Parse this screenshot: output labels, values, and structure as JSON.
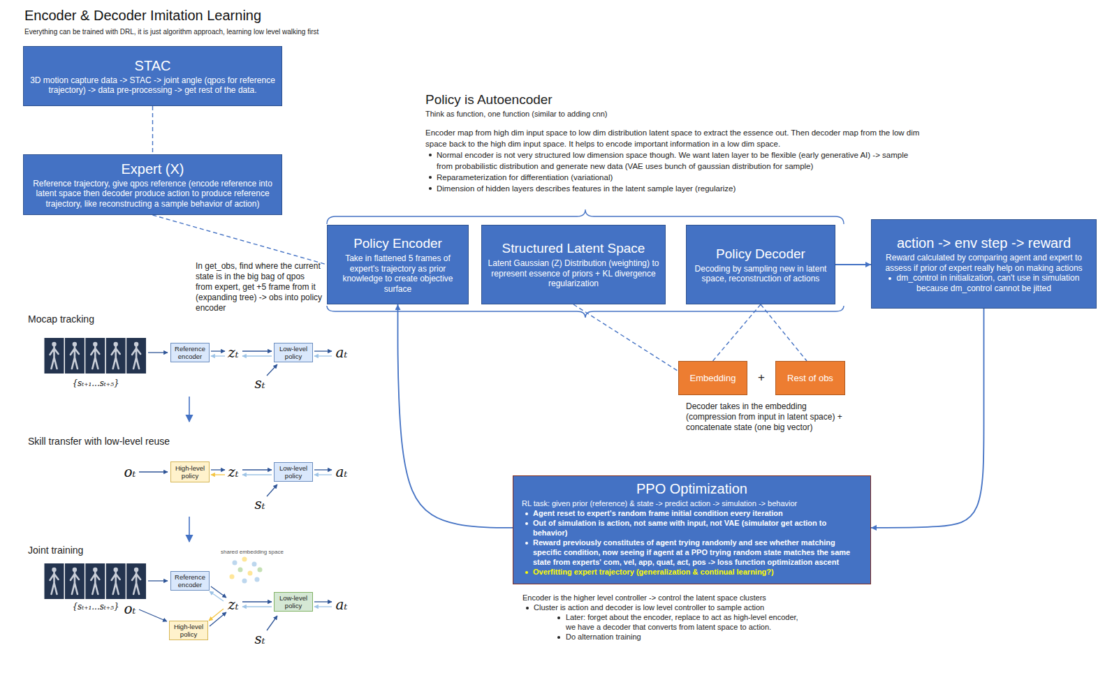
{
  "diagram": {
    "title": "Encoder & Decoder Imitation Learning",
    "nodes": [
      {
        "text": [
          "STAC",
          "3D motion capture data -> STAC -> joint angle (qpos for reference trajectory) -> data pre-processing -> get rest of the data."
        ]
      },
      {
        "text": [
          "Expert (X)",
          "Reference trajectory, give qpos reference (encode reference into latent space then decoder produce action to produce reference trajectory, like reconstructing a sample behavior of action)"
        ]
      },
      {
        "text": [
          "Policy Encoder",
          "Take in flattened 5 frames of expert's trajectory as prior knowledge to create objective surface"
        ]
      },
      {
        "text": [
          "Structured Latent Space",
          "Latent Gaussian (Z) Distribution (weighting) to represent essence of priors + KL divergence regularization"
        ]
      },
      {
        "text": [
          "Policy Decoder",
          "Decoding by sampling new in latent space, reconstruction of actions"
        ]
      },
      {
        "text": [
          "action -> env step -> reward",
          "Reward calculated by comparing agent and expert to assess if prior of expert really help on making actions",
          "dm_control in initialization, can't use in simulation because dm_control cannot be jitted"
        ]
      },
      {
        "text": [
          "Reference encoder"
        ]
      },
      {
        "text": [
          "Low-level policy"
        ]
      },
      {
        "text": [
          "Embedding"
        ]
      },
      {
        "text": [
          "Rest of obs"
        ]
      },
      {
        "text": [
          "High-level policy"
        ]
      },
      {
        "text": [
          "Low-level policy"
        ]
      },
      {
        "text": [
          "PPO Optimization",
          "RL task: given prior (reference) & state -> predict action -> simulation -> behavior",
          "Agent reset to expert's random frame initial condition every iteration",
          "Out of simulation is action, not same with input, not VAE (simulator get action to behavior)",
          "Reward previously constitutes of agent trying randomly and see whether matching specific condition, now seeing if agent at a PPO trying random state matches the same state from experts' com, vel, app, quat, act, pos -> loss function optimization ascent",
          "Overfitting expert trajectory (generalization & continual learning?)"
        ]
      },
      {
        "text": [
          "Reference encoder"
        ]
      },
      {
        "text": [
          "Low-level policy"
        ]
      },
      {
        "text": [
          "High-level policy"
        ]
      }
    ],
    "edges": [
      {
        "from": 0,
        "to": 1,
        "arrow": "none"
      },
      {
        "from": 1,
        "to": 2,
        "arrow": "none"
      },
      {
        "from": 4,
        "to": 5,
        "arrow": "to"
      },
      {
        "from": 5,
        "to": 12,
        "arrow": "to"
      },
      {
        "from": 12,
        "to": 2,
        "arrow": "to"
      },
      {
        "from": 3,
        "to": 8,
        "arrow": "none"
      },
      {
        "from": 4,
        "to": 8,
        "arrow": "none"
      },
      {
        "from": 4,
        "to": 9,
        "arrow": "none"
      }
    ],
    "labels": [
      "Everything can be trained with DRL, it is just algorithm approach, learning low level walking first",
      "Policy is Autoencoder",
      "Think as function, one function (similar to adding cnn)",
      "Encoder map from high dim input space to low dim distribution latent space to extract the essence out. Then decoder map from the low dim space back to the high dim input space. It helps to encode important information in a low dim space.",
      "Normal encoder is not very structured low dimension space though. We want laten layer to be flexible (early generative AI) -> sample from probabilistic distribution and generate new data (VAE uses bunch of gaussian distribution for sample)",
      "Reparameterization for differentiation (variational)",
      "Dimension of hidden layers describes features in the latent sample layer (regularize)",
      "In get_obs, find where the current state is in the big bag of qpos from expert, get +5 frame from it (expanding tree) -> obs into policy encoder",
      "Mocap tracking",
      "{sₜ₊₁...sₜ₊₅}",
      "zₜ",
      "aₜ",
      "sₜ",
      "+",
      "Decoder takes in the embedding (compression from input in latent space) + concatenate state (one big vector)",
      "Skill transfer with low-level reuse",
      "oₜ",
      "zₜ",
      "aₜ",
      "sₜ",
      "Joint training",
      "shared embedding space",
      "{sₜ₊₁...sₜ₊₅}",
      "zₜ",
      "aₜ",
      "oₜ",
      "sₜ",
      "Encoder is the higher level controller -> control the latent space clusters",
      "Cluster is action and decoder is low level controller to sample action",
      "Later: forget about the encoder, replace to act as high-level encoder, we have a decoder that converts from latent space to action.",
      "Do alternation training"
    ]
  }
}
